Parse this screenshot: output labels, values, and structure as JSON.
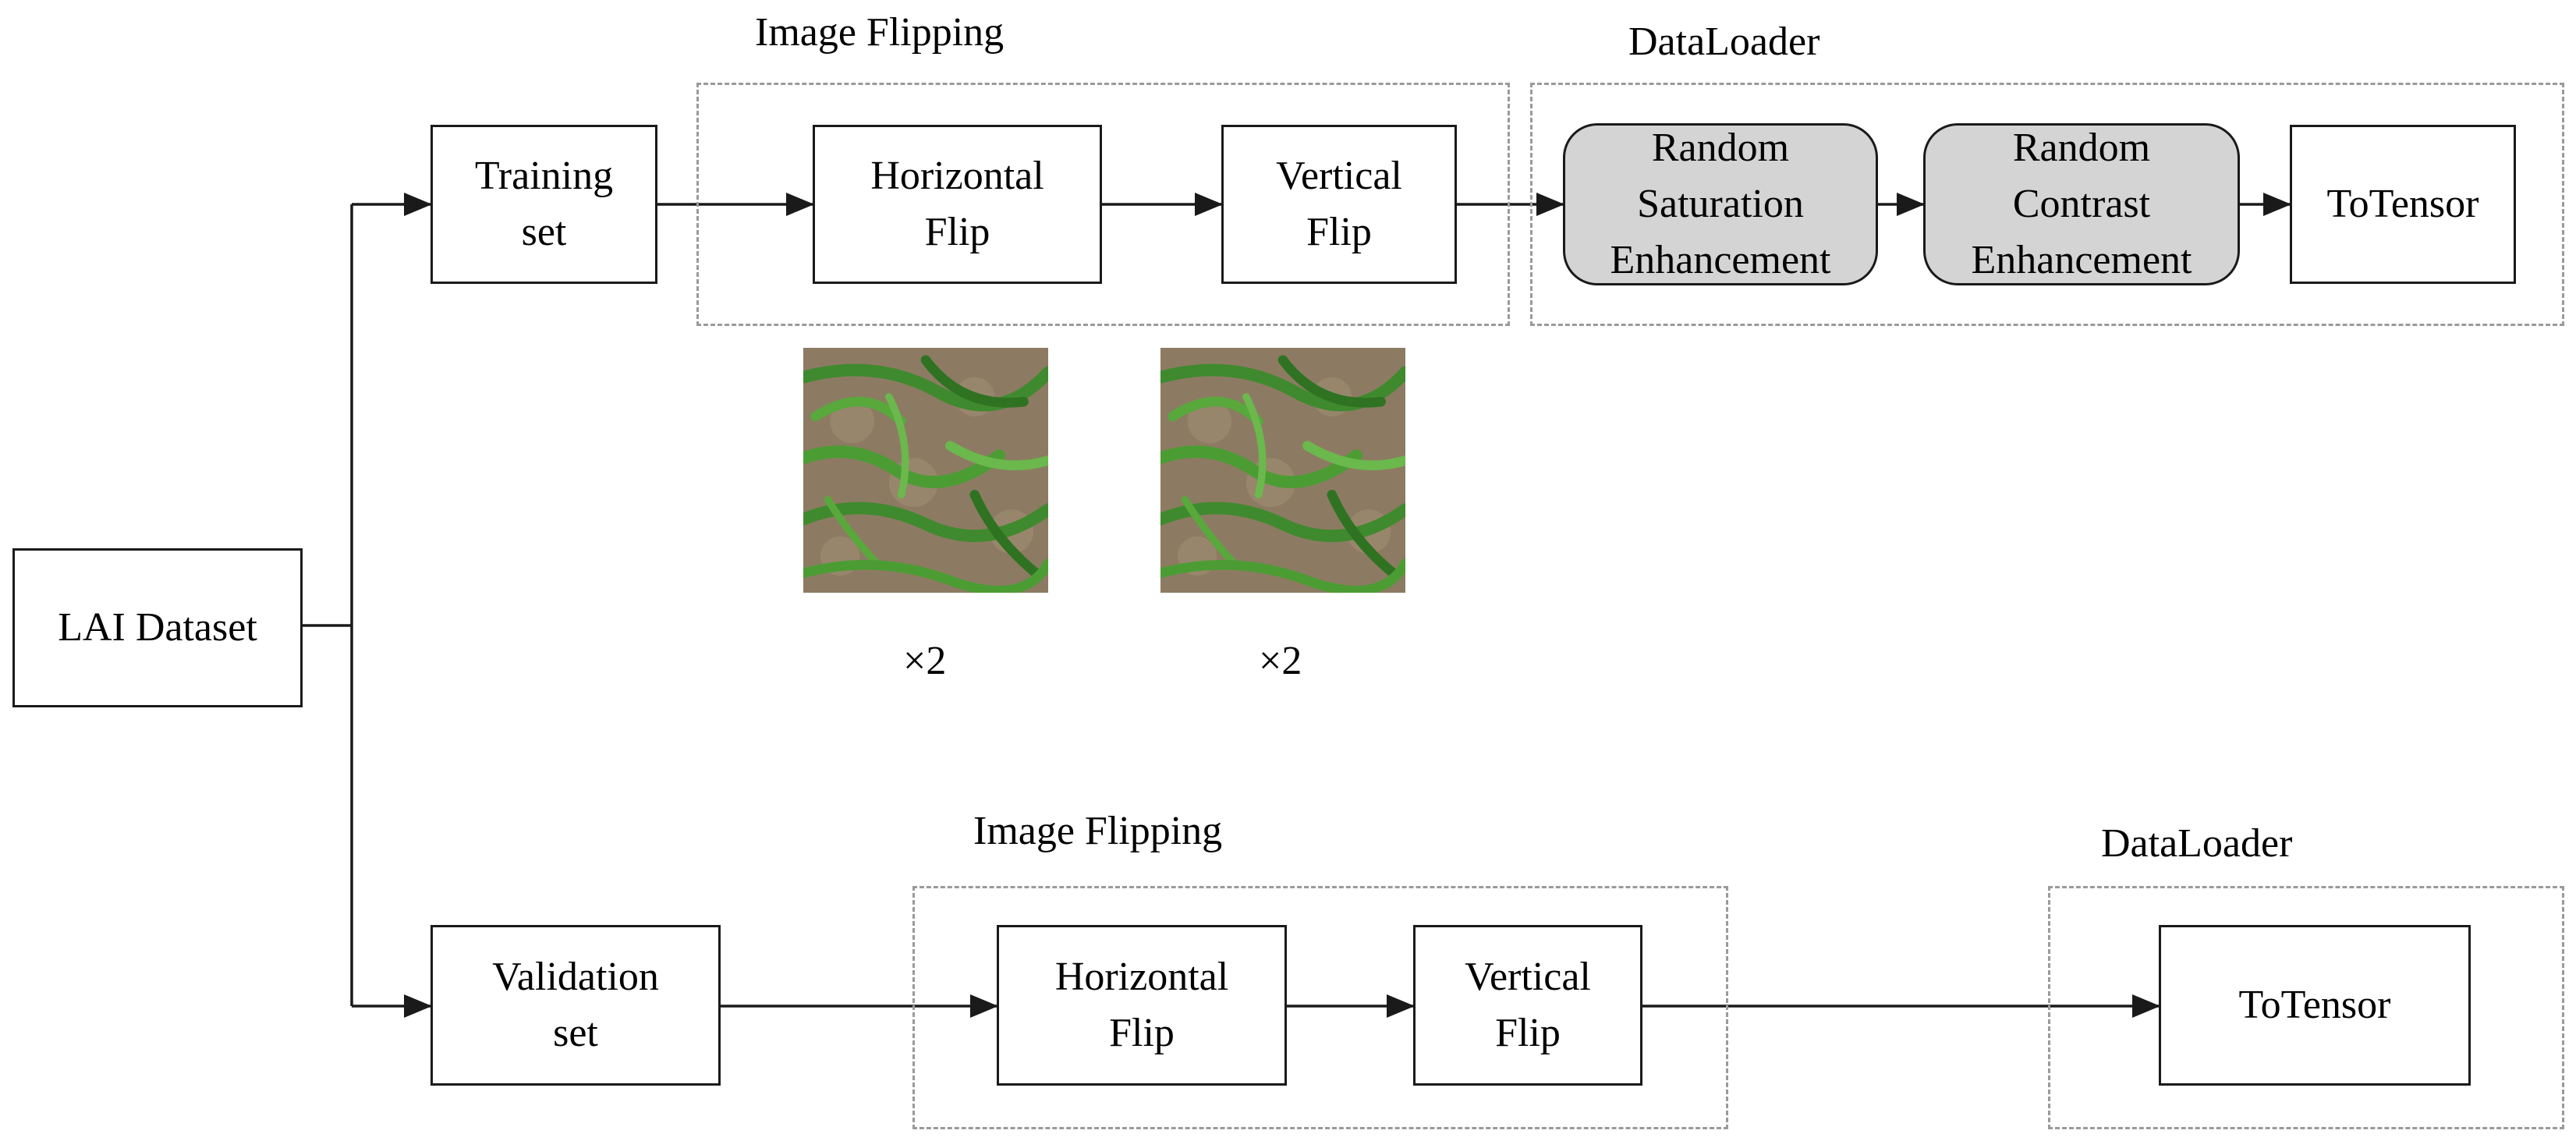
{
  "nodes": {
    "lai_dataset": "LAI Dataset",
    "training_set": [
      "Training",
      "set"
    ],
    "validation_set": [
      "Validation",
      "set"
    ],
    "horizontal_flip": [
      "Horizontal",
      "Flip"
    ],
    "vertical_flip": [
      "Vertical",
      "Flip"
    ],
    "random_saturation": [
      "Random",
      "Saturation",
      "Enhancement"
    ],
    "random_contrast": [
      "Random",
      "Contrast",
      "Enhancement"
    ],
    "to_tensor": "ToTensor"
  },
  "groups": {
    "image_flipping": "Image Flipping",
    "dataloader": "DataLoader"
  },
  "multipliers": [
    "×2",
    "×2"
  ],
  "colors": {
    "enhancement_fill": "#d4d4d4",
    "group_border": "#9a9a9a",
    "line": "#1a1a1a"
  }
}
